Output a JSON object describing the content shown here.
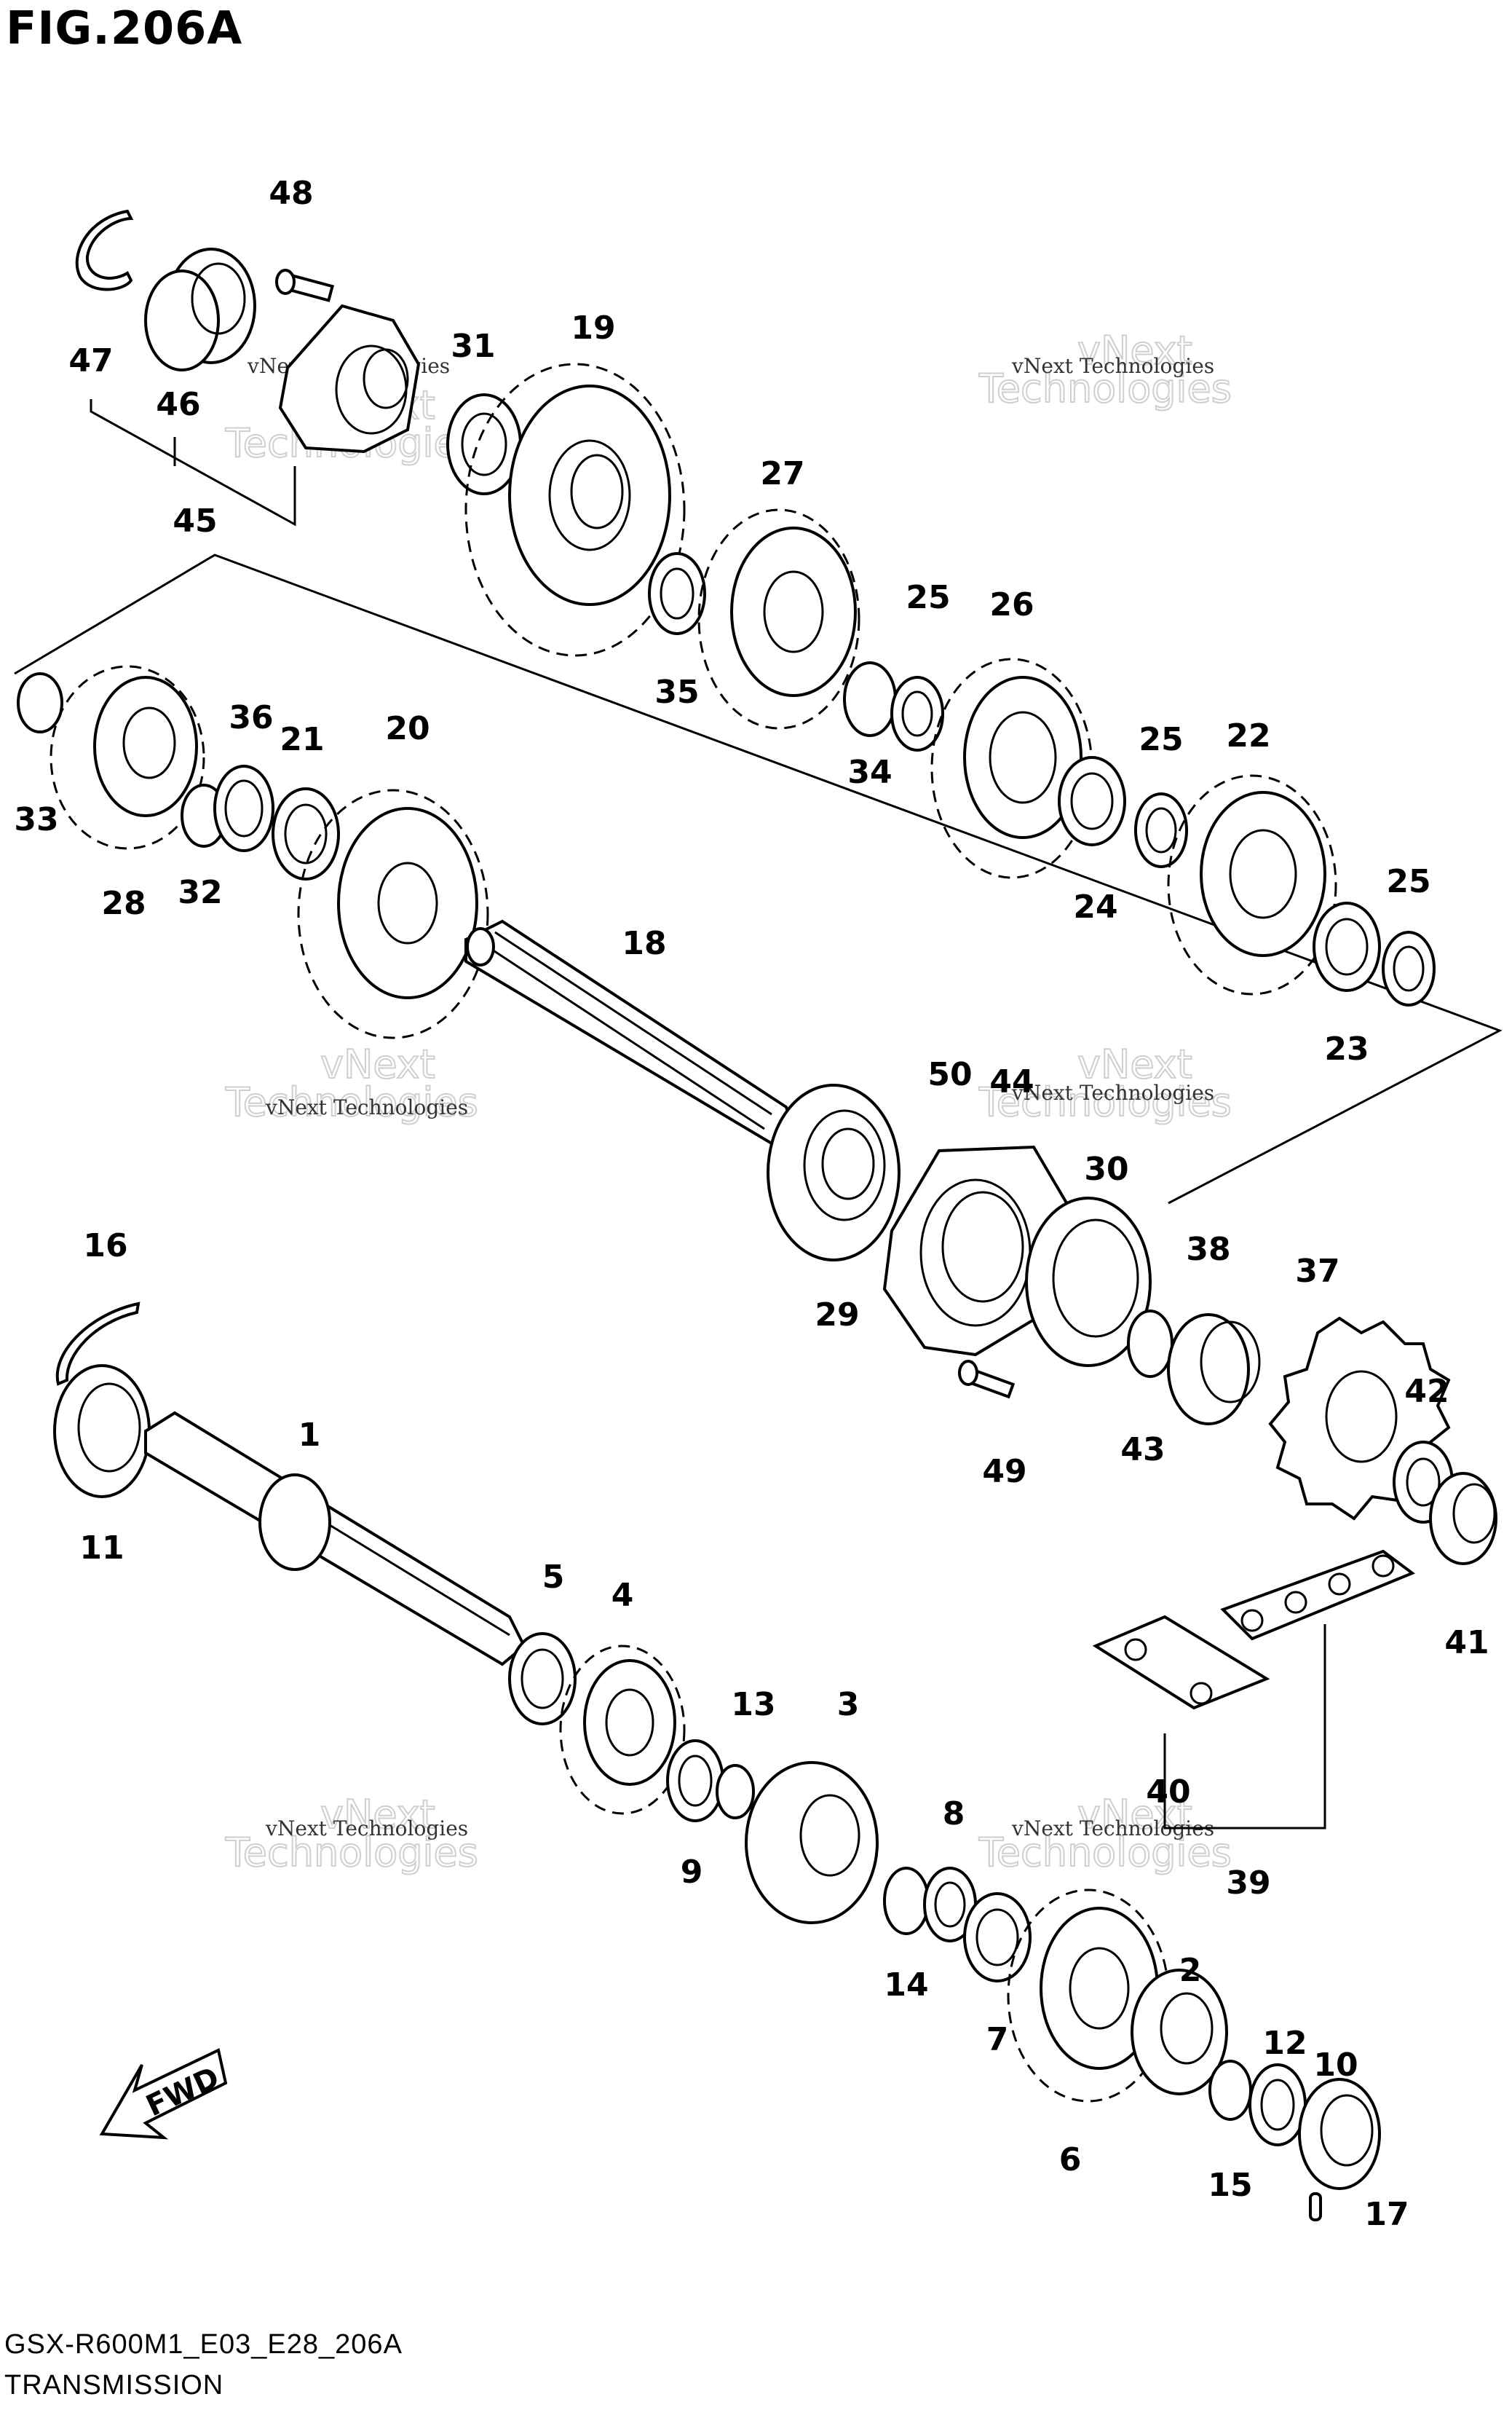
{
  "figure": {
    "title": "FIG.206A",
    "model_code": "GSX-R600M1_E03_E28_206A",
    "section_name": "TRANSMISSION"
  },
  "direction_marker": {
    "label": "FWD",
    "icon": "forward-arrow-icon"
  },
  "watermark": {
    "small_text": "vNext Technologies",
    "line1": "vNext",
    "line2": "Technologies"
  },
  "callouts": [
    "1",
    "2",
    "3",
    "4",
    "5",
    "6",
    "7",
    "8",
    "9",
    "10",
    "11",
    "12",
    "13",
    "14",
    "15",
    "16",
    "17",
    "18",
    "19",
    "20",
    "21",
    "22",
    "23",
    "24",
    "25",
    "26",
    "27",
    "28",
    "29",
    "30",
    "31",
    "32",
    "33",
    "34",
    "35",
    "36",
    "37",
    "38",
    "39",
    "40",
    "41",
    "42",
    "43",
    "44",
    "45",
    "46",
    "47",
    "48",
    "49",
    "50"
  ]
}
